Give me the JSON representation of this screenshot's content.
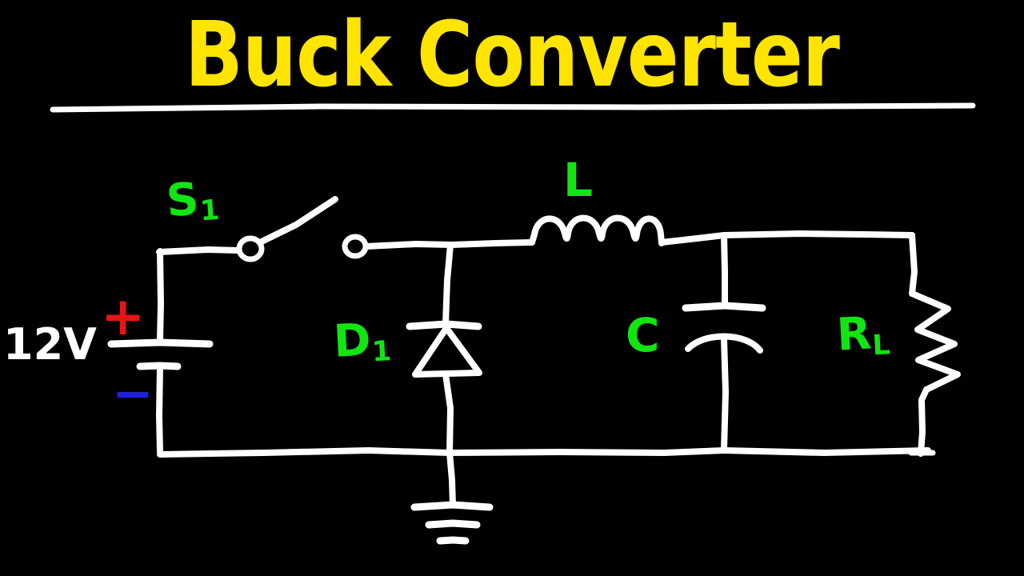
{
  "page": {
    "title": "Buck Converter",
    "background_color": "#000000",
    "title_color": "#FFE400",
    "wire_color": "#FFFFFF",
    "label_color": "#12E512",
    "plus_color": "#E81515",
    "minus_color": "#1F1FD8"
  },
  "header": {
    "title": "Buck Converter",
    "underline": true
  },
  "circuit": {
    "type": "schematic",
    "name": "Buck Converter",
    "source": {
      "label": "12V",
      "voltage": "12V",
      "plus_sign": "+",
      "minus_sign": "−",
      "component": "battery"
    },
    "components": [
      {
        "id": "S1",
        "label": "S",
        "subscript": "1",
        "full_label": "S1",
        "type": "switch",
        "state": "open"
      },
      {
        "id": "D1",
        "label": "D",
        "subscript": "1",
        "full_label": "D1",
        "type": "diode",
        "orientation": "cathode-up"
      },
      {
        "id": "L",
        "label": "L",
        "subscript": "",
        "full_label": "L",
        "type": "inductor",
        "turns": 4
      },
      {
        "id": "C",
        "label": "C",
        "subscript": "",
        "full_label": "C",
        "type": "capacitor",
        "style": "polarized"
      },
      {
        "id": "RL",
        "label": "R",
        "subscript": "L",
        "full_label": "RL",
        "type": "resistor",
        "role": "load"
      },
      {
        "id": "GND",
        "label": "",
        "subscript": "",
        "full_label": "",
        "type": "ground",
        "bars": 3
      }
    ]
  }
}
